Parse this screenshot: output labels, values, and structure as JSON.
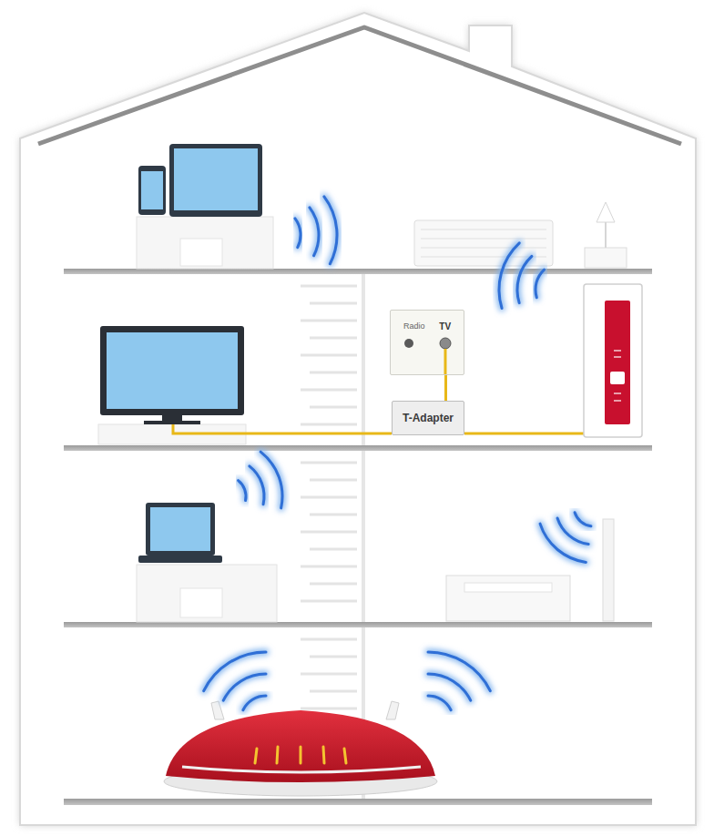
{
  "diagram": {
    "nodes": [
      {
        "text": [
          "Radio",
          "TV"
        ]
      },
      {
        "text": [
          "T-Adapter"
        ]
      }
    ],
    "edges": [
      {
        "from": 0,
        "to": 1,
        "arrow": "none"
      }
    ]
  }
}
